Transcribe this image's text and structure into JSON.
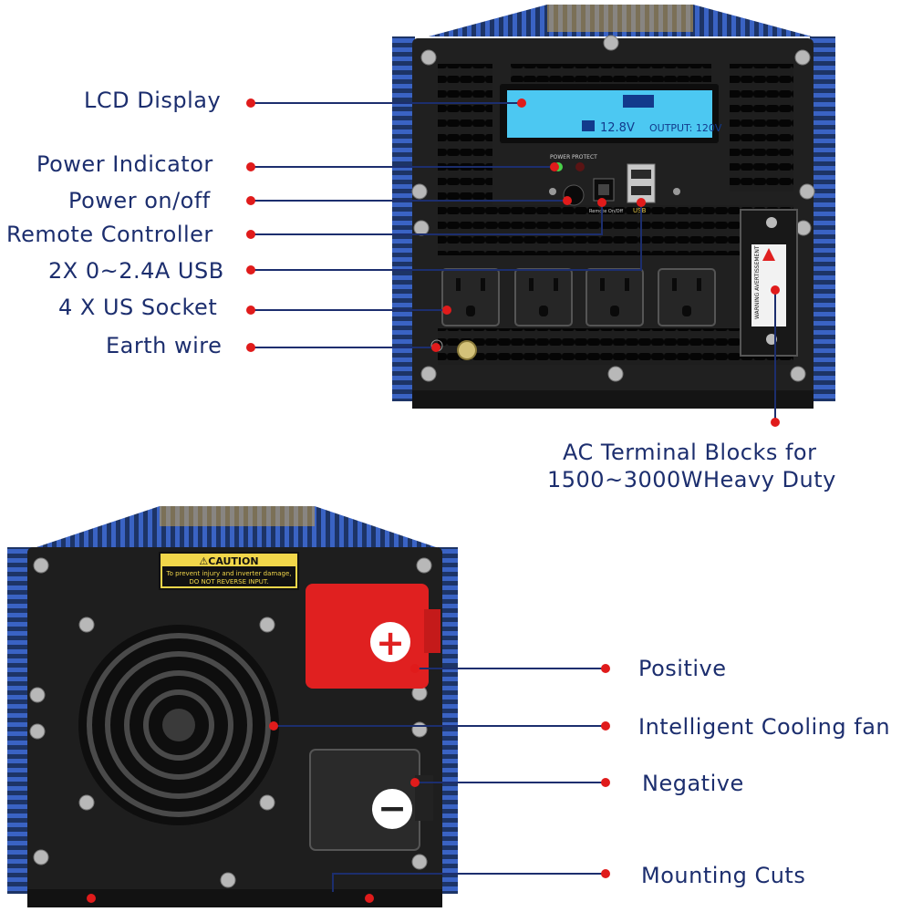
{
  "front_labels": {
    "lcd": "LCD Display",
    "power_indicator": "Power Indicator",
    "power_onoff": "Power on/off",
    "remote": "Remote Controller",
    "usb": "2X 0~2.4A USB",
    "socket": "4 X US Socket",
    "earth": "Earth wire",
    "ac_terminal_line1": "AC Terminal Blocks for",
    "ac_terminal_line2": "1500~3000WHeavy Duty"
  },
  "rear_labels": {
    "positive": "Positive",
    "cooling_fan": "Intelligent Cooling fan",
    "negative": "Negative",
    "mounting": "Mounting Cuts"
  },
  "lcd_screen": {
    "voltage": "12.8V",
    "output": "OUTPUT: 120V"
  },
  "panel_small_text": {
    "power": "POWER",
    "protect": "PROTECT",
    "remote": "Remote On/Off",
    "usb": "USB",
    "warning": "WARNING AVERTISSEMENT"
  },
  "caution_plate": {
    "title": "⚠CAUTION",
    "line1": "To prevent injury and inverter damage,",
    "line2": "DO NOT REVERSE INPUT."
  },
  "terminal_symbols": {
    "positive": "+",
    "negative": "−"
  },
  "colors": {
    "label_text": "#1c2e6e",
    "leader_line": "#1c2e6e",
    "dot": "#e01b1b",
    "fins": "#2b4f9e",
    "panel": "#1f1f1f",
    "lcd": "#33c4f0",
    "positive_cap": "#e02020"
  }
}
